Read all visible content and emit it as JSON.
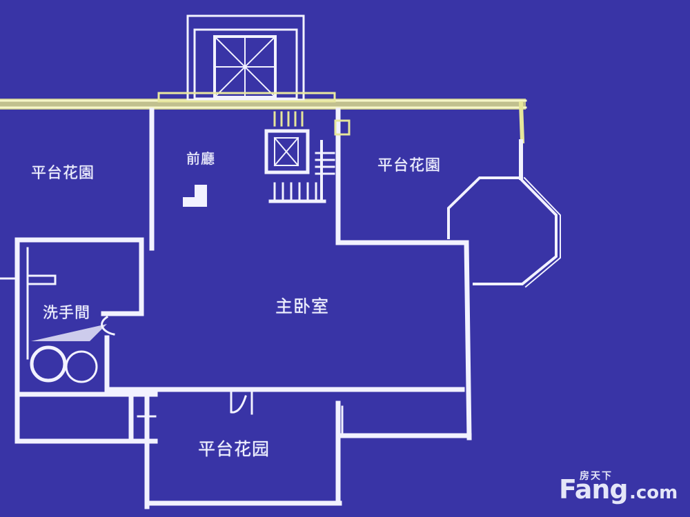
{
  "plan": {
    "colors": {
      "background": "#3934a6",
      "wall": "#f2f2ff",
      "wall_top_band": "#e8e8a0"
    },
    "rooms": [
      {
        "id": "terrace-garden-northwest",
        "label": "平台花園"
      },
      {
        "id": "foyer",
        "label": "前廳"
      },
      {
        "id": "terrace-garden-northeast",
        "label": "平台花園"
      },
      {
        "id": "master-bedroom",
        "label": "主卧室"
      },
      {
        "id": "washroom",
        "label": "洗手間"
      },
      {
        "id": "terrace-garden-south",
        "label": "平台花园"
      }
    ]
  },
  "watermark": {
    "brand": "Fang",
    "domain_suffix": ".com",
    "chinese": "房天下"
  }
}
